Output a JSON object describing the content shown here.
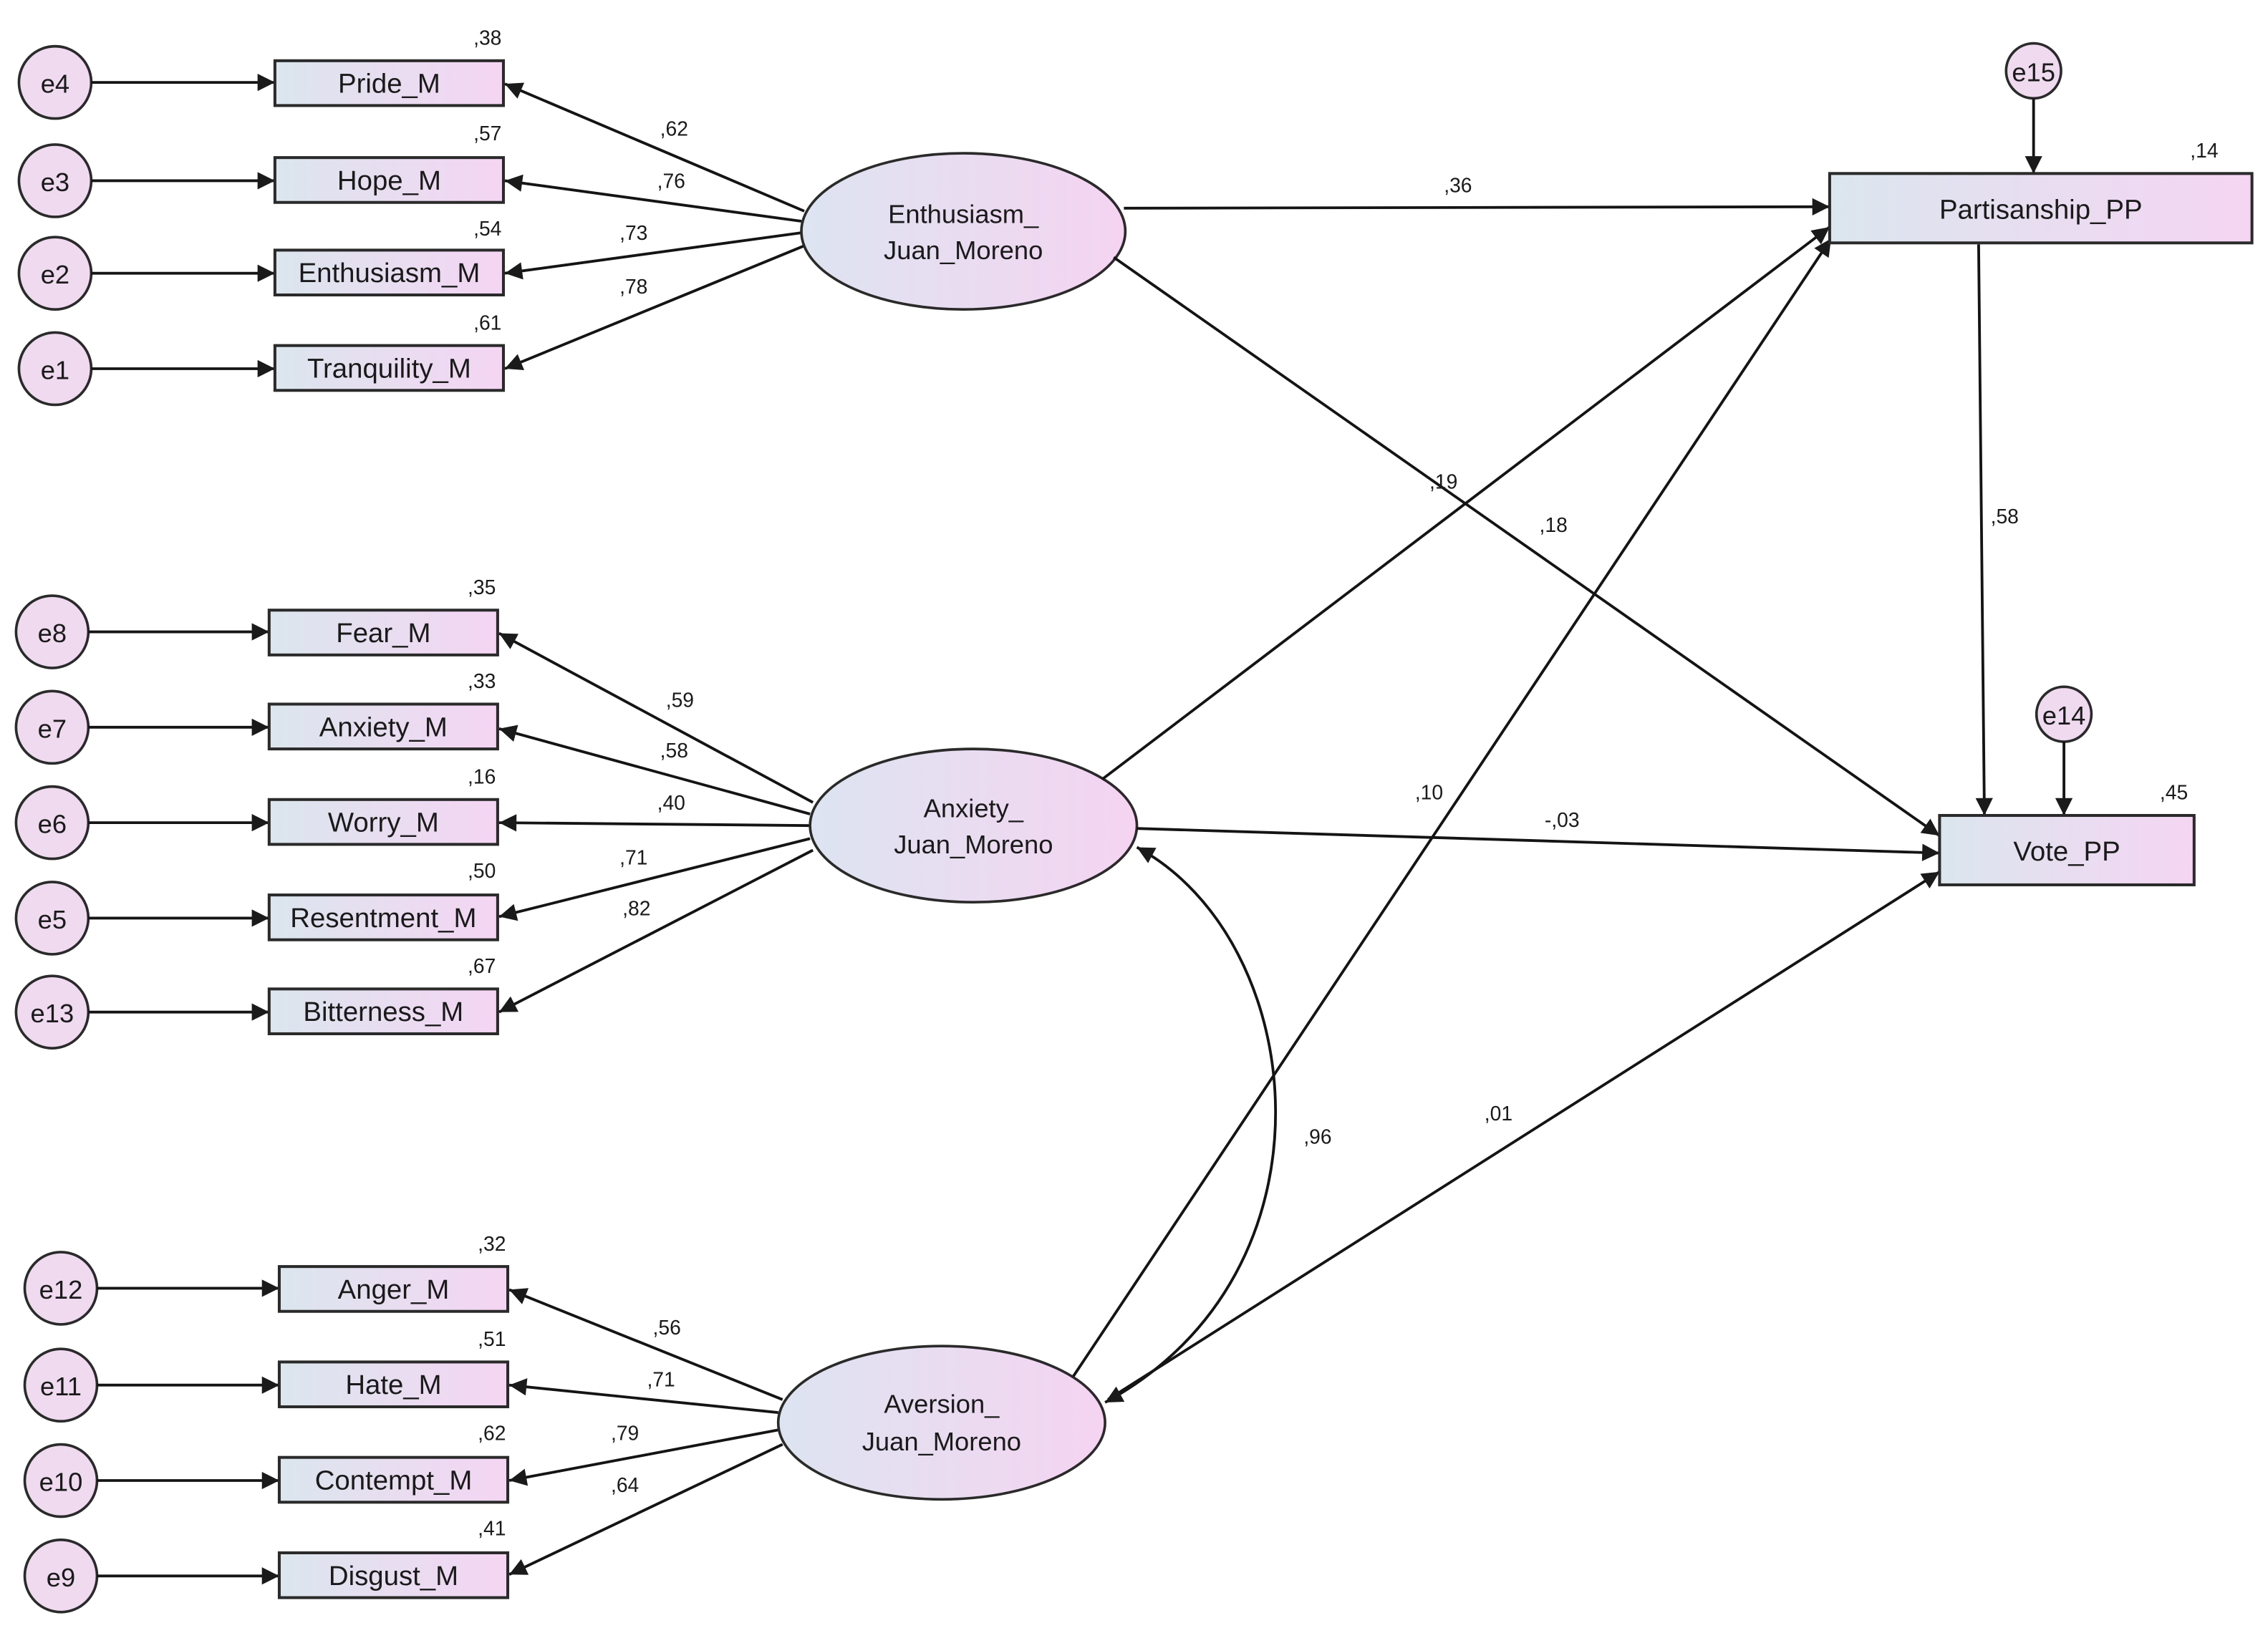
{
  "colors": {
    "box_left": "#dbe6ee",
    "box_right": "#f5d5f3",
    "latent_left": "#dde4f1",
    "latent_right": "#f5d4f1",
    "error_fill": "#efdaf0",
    "stroke": "#1a1a1a"
  },
  "measurement": {
    "enthusiasm": {
      "latent": {
        "line1": "Enthusiasm_",
        "line2": "Juan_Moreno"
      },
      "indicators": [
        {
          "error": "e4",
          "name": "Pride_M",
          "r2": ",38",
          "loading": ",62"
        },
        {
          "error": "e3",
          "name": "Hope_M",
          "r2": ",57",
          "loading": ",76"
        },
        {
          "error": "e2",
          "name": "Enthusiasm_M",
          "r2": ",54",
          "loading": ",73"
        },
        {
          "error": "e1",
          "name": "Tranquility_M",
          "r2": ",61",
          "loading": ",78"
        }
      ]
    },
    "anxiety": {
      "latent": {
        "line1": "Anxiety_",
        "line2": "Juan_Moreno"
      },
      "indicators": [
        {
          "error": "e8",
          "name": "Fear_M",
          "r2": ",35",
          "loading": ",59"
        },
        {
          "error": "e7",
          "name": "Anxiety_M",
          "r2": ",33",
          "loading": ",58"
        },
        {
          "error": "e6",
          "name": "Worry_M",
          "r2": ",16",
          "loading": ",40"
        },
        {
          "error": "e5",
          "name": "Resentment_M",
          "r2": ",50",
          "loading": ",71"
        },
        {
          "error": "e13",
          "name": "Bitterness_M",
          "r2": ",67",
          "loading": ",82"
        }
      ]
    },
    "aversion": {
      "latent": {
        "line1": "Aversion_",
        "line2": "Juan_Moreno"
      },
      "indicators": [
        {
          "error": "e12",
          "name": "Anger_M",
          "r2": ",32",
          "loading": ",56"
        },
        {
          "error": "e11",
          "name": "Hate_M",
          "r2": ",51",
          "loading": ",71"
        },
        {
          "error": "e10",
          "name": "Contempt_M",
          "r2": ",62",
          "loading": ",79"
        },
        {
          "error": "e9",
          "name": "Disgust_M",
          "r2": ",41",
          "loading": ",64"
        }
      ]
    }
  },
  "structural": {
    "partisanship": {
      "name": "Partisanship_PP",
      "r2": ",14",
      "error": "e15"
    },
    "vote": {
      "name": "Vote_PP",
      "r2": ",45",
      "error": "e14"
    },
    "paths": {
      "enthusiasm_partisanship": ",36",
      "enthusiasm_vote": ",18",
      "anxiety_partisanship": ",19",
      "anxiety_vote": "-,03",
      "aversion_partisanship": ",10",
      "aversion_vote": ",01",
      "partisanship_vote": ",58",
      "anxiety_aversion_covariance": ",96"
    }
  }
}
